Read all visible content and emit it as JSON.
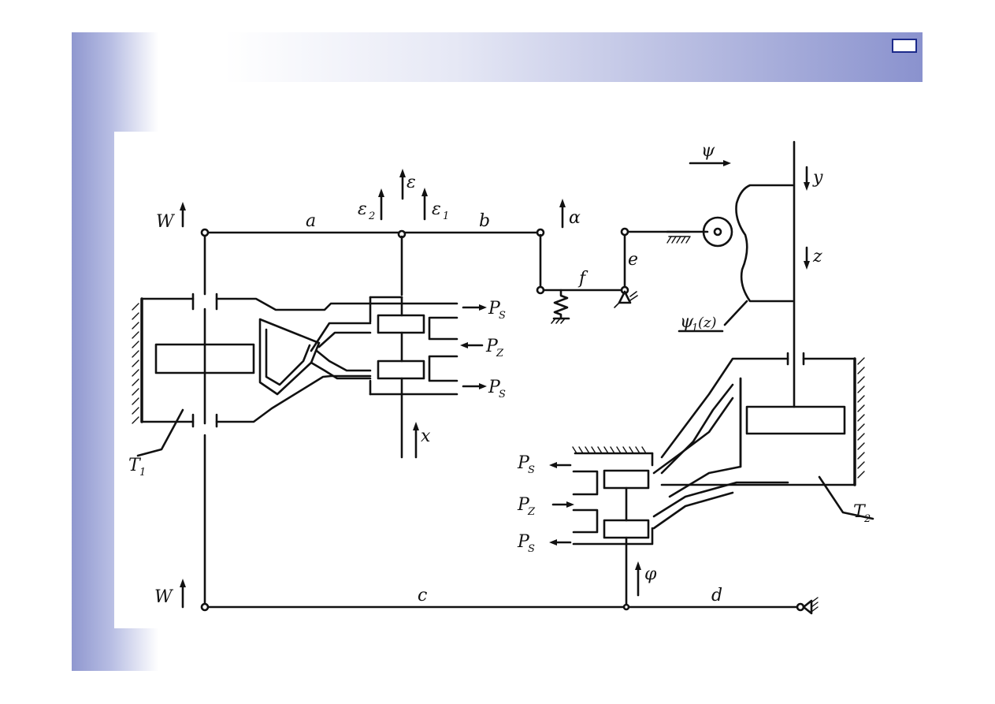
{
  "slide": {
    "accent_color": "#8a92ce",
    "corner_box_color": "#1c2a8a"
  },
  "diagram": {
    "labels": {
      "W_top": "W",
      "W_bottom": "W",
      "a": "a",
      "b": "b",
      "c": "c",
      "d": "d",
      "e": "e",
      "f": "f",
      "eps": "ε",
      "eps1": "ε",
      "eps1_sub": "1",
      "eps2": "ε",
      "eps2_sub": "2",
      "alpha": "α",
      "psi": "ψ",
      "psi1": "ψ",
      "psi1_sub": "1",
      "psi1_arg": "(z)",
      "y": "y",
      "z": "z",
      "x": "x",
      "phi": "φ",
      "T1": "T",
      "T1_sub": "1",
      "T2": "T",
      "T2_sub": "2",
      "Ps": "P",
      "Ps_sub": "S",
      "Pz": "P",
      "Pz_sub": "Z"
    }
  }
}
